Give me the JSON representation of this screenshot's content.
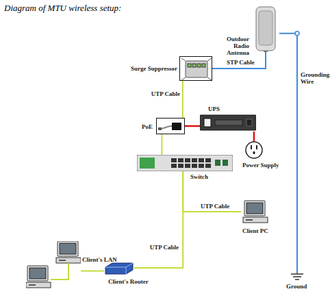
{
  "diagram": {
    "title": "Diagram of MTU wireless  setup:",
    "nodes": [
      {
        "text": [
          "Outdoor Radio Antenna"
        ]
      },
      {
        "text": [
          "Surge Suppressor"
        ]
      },
      {
        "text": [
          "PoE"
        ]
      },
      {
        "text": [
          "UPS"
        ]
      },
      {
        "text": [
          "Power Supply"
        ]
      },
      {
        "text": [
          "Switch"
        ]
      },
      {
        "text": [
          "Client PC"
        ]
      },
      {
        "text": [
          "Client's LAN"
        ]
      },
      {
        "text": [
          "Client's Router"
        ]
      },
      {
        "text": [
          "Ground"
        ]
      }
    ],
    "edges": [
      {
        "from": 1,
        "to": 0,
        "label": "STP Cable",
        "arrow": "none"
      },
      {
        "from": 0,
        "to": 9,
        "label": "Grounding Wire",
        "arrow": "none"
      },
      {
        "from": 1,
        "to": 2,
        "label": "UTP Cable",
        "arrow": "none"
      },
      {
        "from": 2,
        "to": 3,
        "arrow": "none"
      },
      {
        "from": 3,
        "to": 4,
        "arrow": "none"
      },
      {
        "from": 2,
        "to": 5,
        "arrow": "none"
      },
      {
        "from": 5,
        "to": 6,
        "label": "UTP Cable",
        "arrow": "none"
      },
      {
        "from": 5,
        "to": 8,
        "label": "UTP Cable",
        "arrow": "none"
      },
      {
        "from": 8,
        "to": 7,
        "arrow": "none"
      }
    ]
  }
}
